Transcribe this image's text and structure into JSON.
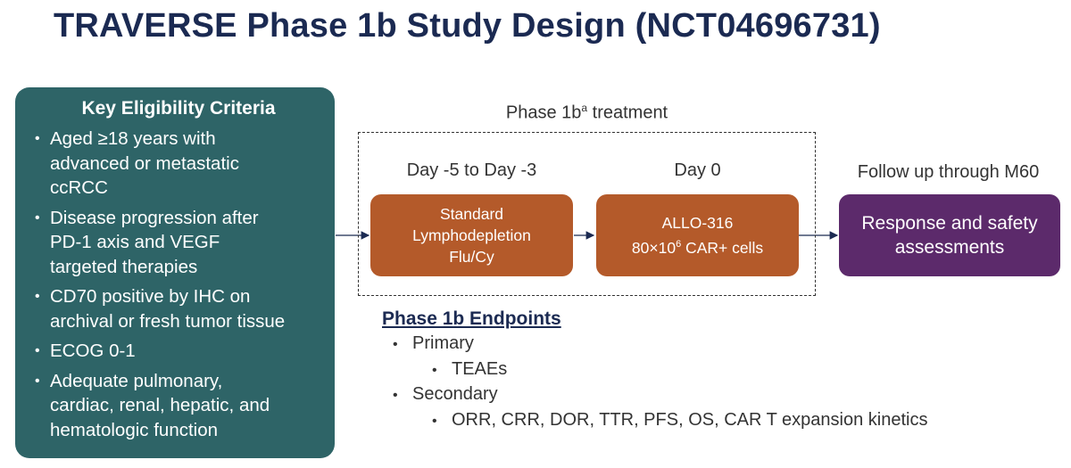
{
  "title": "TRAVERSE Phase 1b Study Design (NCT04696731)",
  "eligibility": {
    "heading": "Key Eligibility Criteria",
    "items": [
      [
        "Aged ≥18 years with",
        "advanced or metastatic",
        "ccRCC"
      ],
      [
        "Disease progression after",
        "PD-1 axis and VEGF",
        "targeted therapies"
      ],
      [
        "CD70 positive by IHC on",
        "archival or fresh tumor tissue"
      ],
      [
        "ECOG 0-1"
      ],
      [
        "Adequate pulmonary,",
        "cardiac, renal, hepatic, and",
        "hematologic function"
      ]
    ]
  },
  "treatment": {
    "label_main": "Phase 1b",
    "label_sup": "a",
    "label_rest": " treatment",
    "day_label_1": "Day -5 to Day -3",
    "day_label_2": "Day 0",
    "box1_lines": [
      "Standard",
      "Lymphodepletion",
      "Flu/Cy"
    ],
    "box2_line1": "ALLO-316",
    "box2_line2_pre": "80×10",
    "box2_line2_sup": "6",
    "box2_line2_post": " CAR+ cells"
  },
  "followup": {
    "label": "Follow up through M60",
    "box_lines": [
      "Response and safety",
      "assessments"
    ]
  },
  "endpoints": {
    "title": "Phase 1b Endpoints",
    "primary_label": "Primary",
    "primary_item": "TEAEs",
    "secondary_label": "Secondary",
    "secondary_item": "ORR, CRR, DOR, TTR, PFS, OS, CAR T expansion kinetics"
  },
  "colors": {
    "title": "#1b2a52",
    "eligibility_box": "#2e6467",
    "treatment_box": "#b45a2a",
    "followup_box": "#5c2a6b"
  }
}
